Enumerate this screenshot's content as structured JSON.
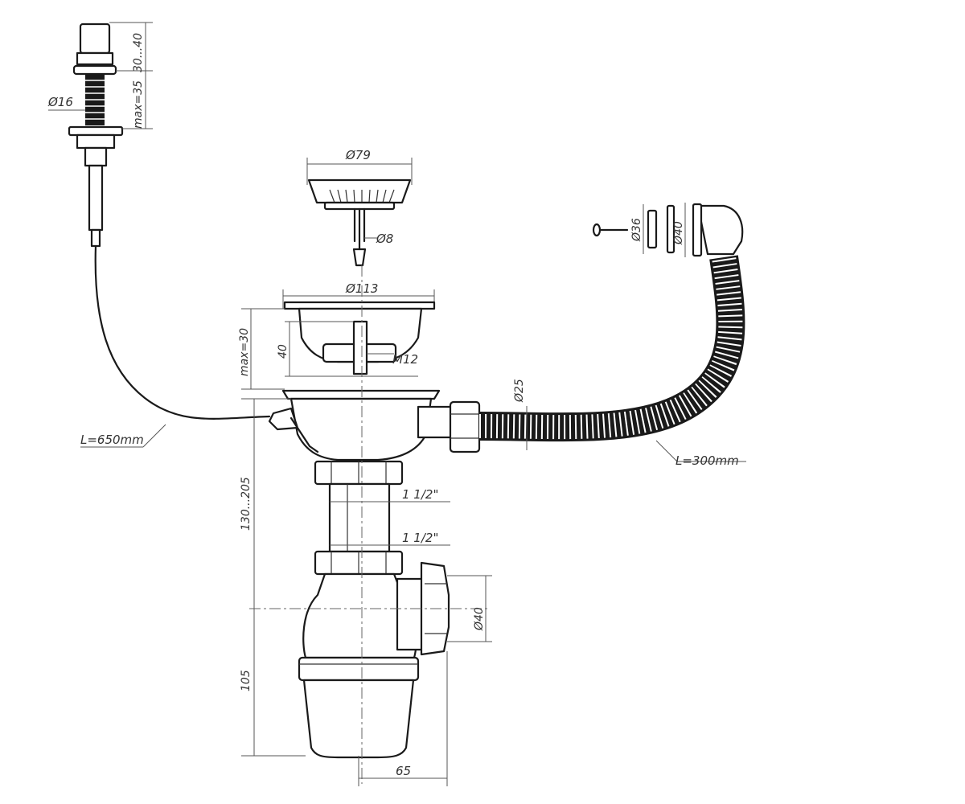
{
  "labels": {
    "cable_length": "L=650mm",
    "hose_length": "L=300mm",
    "knob_range": "30...40",
    "knob_max": "max=35",
    "knob_diameter": "Ø16",
    "plug_diameter": "Ø79",
    "stem_diameter": "Ø8",
    "flange_diameter": "Ø113",
    "bowl_max": "max=30",
    "bowl_depth": "40",
    "thread": "M12",
    "hose_diameter": "Ø25",
    "thread_upper": "1 1/2\"",
    "thread_lower": "1 1/2\"",
    "overall_height": "130...205",
    "trap_height": "105",
    "outlet_diameter": "Ø40",
    "trap_offset": "65",
    "overflow_d36": "Ø36",
    "overflow_d40": "Ø40"
  }
}
